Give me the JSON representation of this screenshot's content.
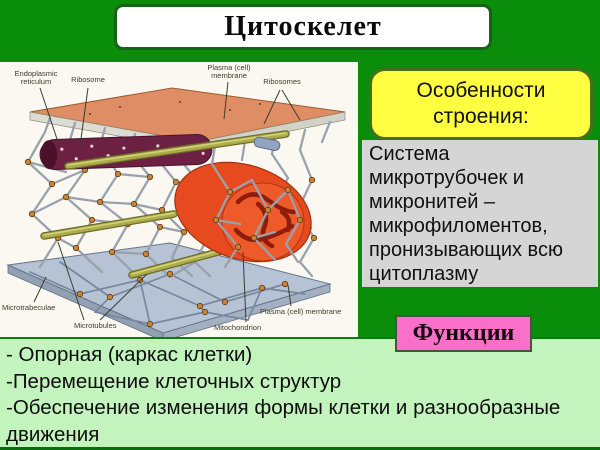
{
  "slide": {
    "title": "Цитоскелет",
    "features_heading": "Особенности\nстроения:",
    "features_body": "Система микротрубочек и микронитей – микрофиломентов, пронизывающих всю цитоплазму",
    "functions_heading": "Функции",
    "functions_list": [
      "- Опорная (каркас клетки)",
      "-Перемещение клеточных структур",
      "-Обеспечение изменения формы клетки и разнообразные движения"
    ],
    "colors": {
      "slide_background": "#0a8d0a",
      "title_border": "#156315",
      "features_heading_fill": "#ffff42",
      "features_body_fill": "#d5d5d5",
      "functions_badge_fill": "#f870c8",
      "functions_box_fill": "#c3f4bd",
      "membrane": "#de8d64",
      "endoplasmic_reticulum": "#6d2142",
      "mitochondrion": "#e74a1e",
      "microtubule": "#acac4e",
      "bottom_membrane": "#b6c3d5"
    }
  },
  "figure": {
    "labels": {
      "endoplasmic_reticulum": "Endoplasmic reticulum",
      "ribosome": "Ribosome",
      "plasma_membrane_top": "Plasma (cell) membrane",
      "ribosomes": "Ribosomes",
      "microtrabeculae": "Microtrabeculae",
      "microtubules": "Microtubules",
      "mitochondrion": "Mitochondrion",
      "plasma_membrane_bottom": "Plasma (cell) membrane"
    }
  }
}
